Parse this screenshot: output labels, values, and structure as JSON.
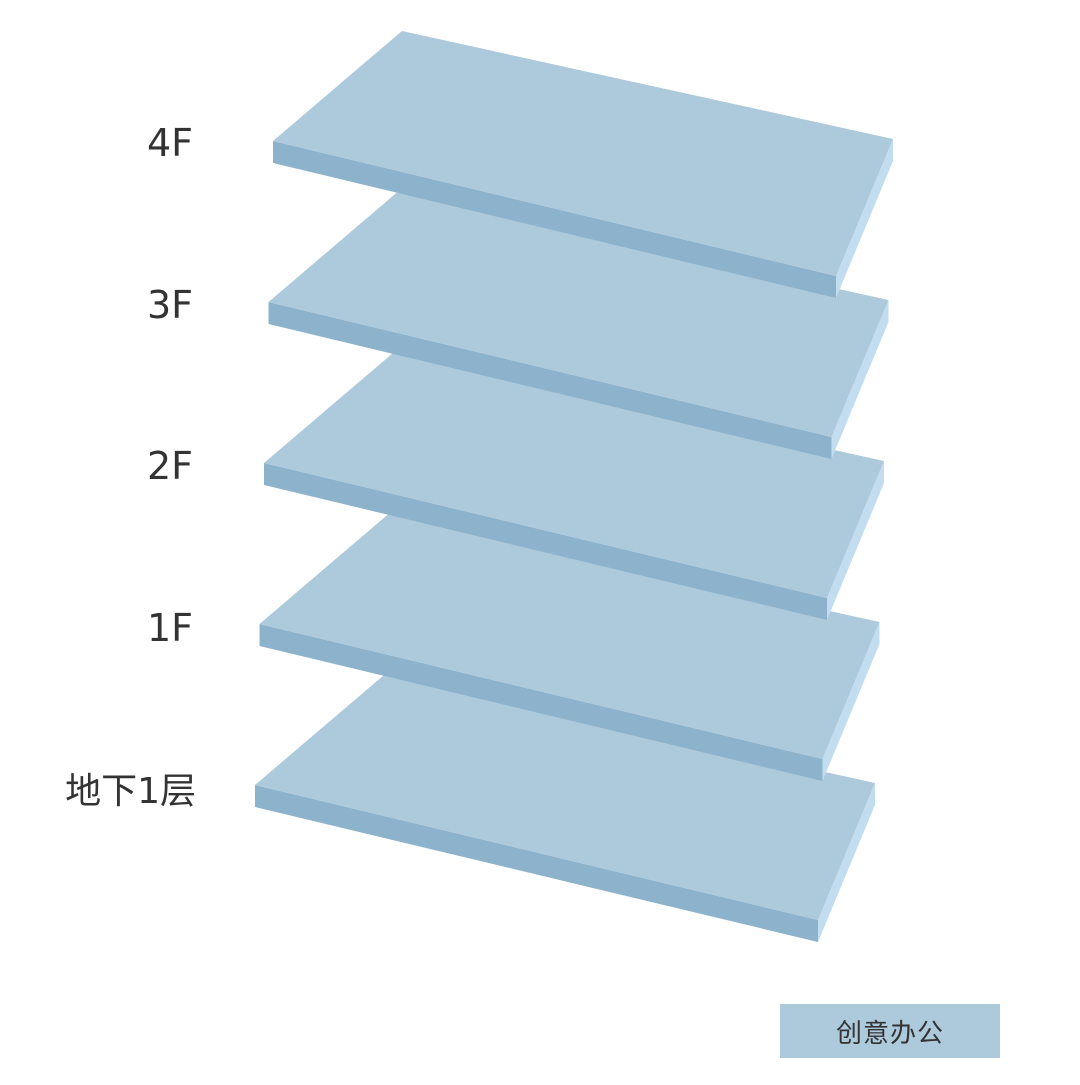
{
  "diagram": {
    "floors": [
      {
        "id": "4f",
        "label": "4F"
      },
      {
        "id": "3f",
        "label": "3F"
      },
      {
        "id": "2f",
        "label": "2F"
      },
      {
        "id": "1f",
        "label": "1F"
      },
      {
        "id": "b1",
        "label": "地下1层"
      }
    ],
    "colors": {
      "slab_top": "#adc9dc",
      "slab_front": "#8db3cc",
      "slab_side": "#c2ddef",
      "label_text": "#333333"
    }
  },
  "legend": {
    "label": "创意办公",
    "color": "#adc9dc"
  }
}
